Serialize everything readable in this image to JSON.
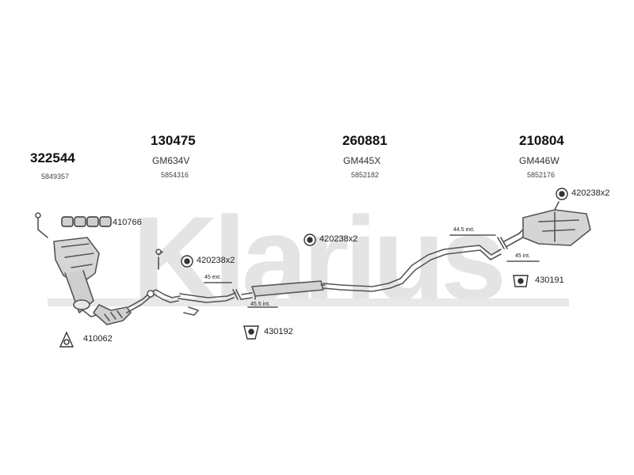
{
  "watermark": "Klarius",
  "assemblies": [
    {
      "part_no": "322544",
      "ref": "5849357"
    },
    {
      "part_no": "130475",
      "code": "GM634V",
      "ref": "5854316"
    },
    {
      "part_no": "260881",
      "code": "GM445X",
      "ref": "5852182"
    },
    {
      "part_no": "210804",
      "code": "GM446W",
      "ref": "5852176"
    }
  ],
  "fittings": {
    "gasket_set": "410766",
    "clamp_1": "420238x2",
    "clamp_2": "420238x2",
    "clamp_3": "420238x2",
    "flange_gasket": "410062",
    "hanger_mid": "430192",
    "hanger_rear": "430191"
  },
  "dimensions": {
    "front_ext": "45 ext.",
    "front_int": "45.5 int.",
    "rear_ext": "44.5 ext.",
    "rear_int": "45 int."
  },
  "colors": {
    "line": "#555555",
    "watermark": "#e3e3e3",
    "part_fill": "#d9d9d9"
  }
}
